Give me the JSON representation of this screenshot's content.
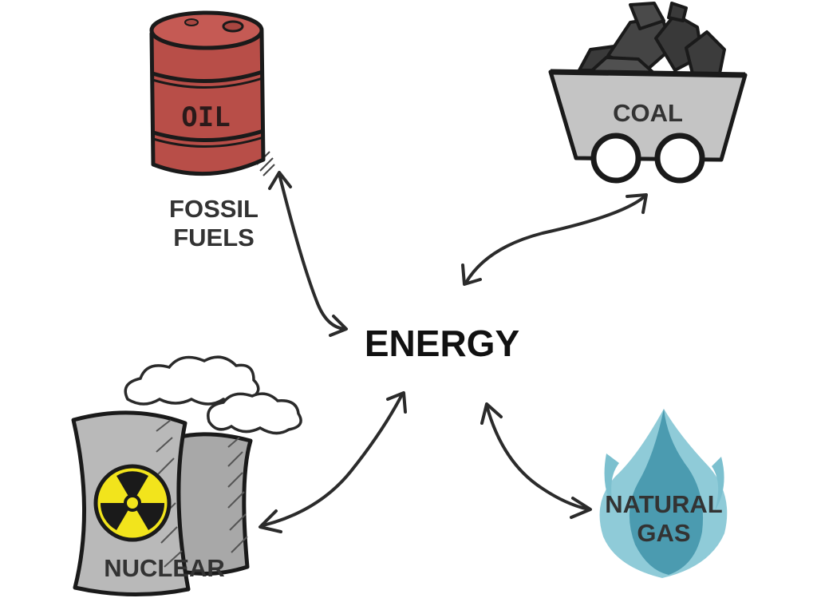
{
  "center": {
    "label": "ENERGY"
  },
  "nodes": [
    {
      "id": "oil",
      "label_lines": [
        "FOSSIL",
        "FUELS"
      ],
      "badge": "OIL",
      "icon": "oil-barrel-icon",
      "color": "#b84e48"
    },
    {
      "id": "coal",
      "label_lines": [
        "COAL"
      ],
      "icon": "coal-cart-icon",
      "color": "#c4c4c4"
    },
    {
      "id": "nuclear",
      "label_lines": [
        "NUCLEAR"
      ],
      "icon": "cooling-tower-icon",
      "color": "#b9b9b9"
    },
    {
      "id": "gas",
      "label_lines": [
        "NATURAL",
        "GAS"
      ],
      "icon": "flame-icon",
      "color": "#4b9bb0"
    }
  ],
  "colors": {
    "text": "#111111",
    "radiation_yellow": "#f2e41c",
    "flame_light": "#8fcbd8",
    "flame_dark": "#3f8ea3"
  }
}
